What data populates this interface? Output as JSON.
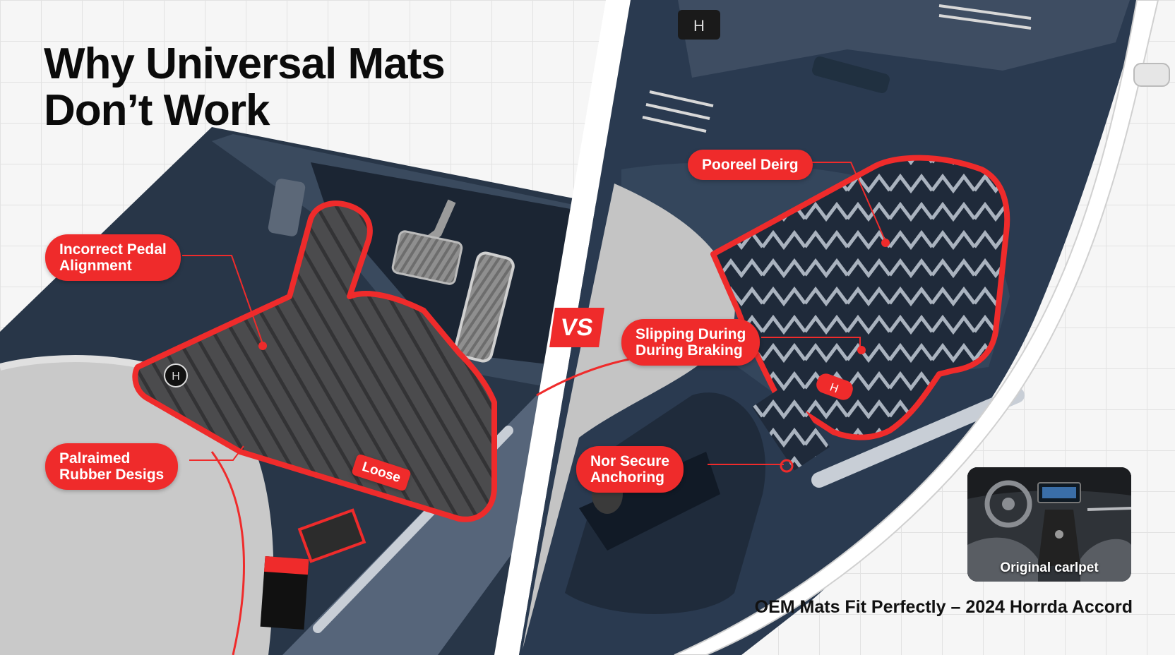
{
  "title": {
    "line1": "Why Universal Mats",
    "line2": "Don’t Work"
  },
  "vs_label": "VS",
  "callouts": {
    "incorrect_pedal": [
      "Incorrect Pedal",
      "Alignment"
    ],
    "palraimed_rubber": [
      "Palraimed",
      "Rubber Desigs"
    ],
    "loose_tag": "Loose",
    "pooreel_deirg": "Pooreel Deirg",
    "slipping": [
      "Slipping During",
      "During Braking"
    ],
    "nor_secure": [
      "Nor Secure",
      "Anchoring"
    ]
  },
  "thumbnail": {
    "label": "Original carlpet"
  },
  "caption": "OEM Mats Fit Perfectly – 2024 Horrda Accord",
  "colors": {
    "accent": "#ef2b2b",
    "navy": "#283648",
    "mat_gray": "#4a4a4c",
    "seat_gray": "#c9c9c9"
  }
}
